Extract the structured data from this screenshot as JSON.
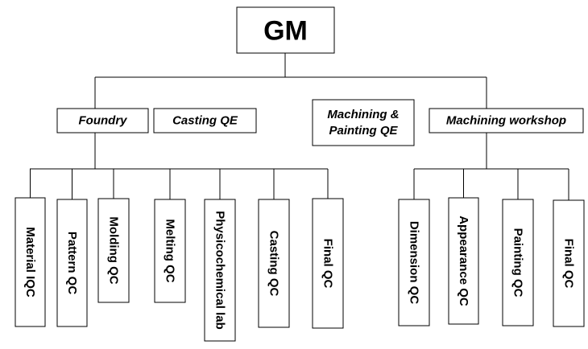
{
  "root": {
    "label": "GM"
  },
  "departments": [
    {
      "id": "foundry",
      "lines": [
        "Foundry"
      ]
    },
    {
      "id": "casting-qe",
      "lines": [
        "Casting QE"
      ]
    },
    {
      "id": "machining-painting-qe",
      "lines": [
        "Machining &",
        "Painting QE"
      ]
    },
    {
      "id": "machining-workshop",
      "lines": [
        "Machining workshop"
      ]
    }
  ],
  "foundry_units": [
    {
      "id": "material-iqc",
      "label": "Material  IQC"
    },
    {
      "id": "pattern-qc",
      "label": "Pattern  QC"
    },
    {
      "id": "molding-qc",
      "label": "Molding  QC"
    },
    {
      "id": "melting-qc",
      "label": "Melting  QC"
    },
    {
      "id": "physicochemical-lab",
      "label": "Physicochemical lab"
    },
    {
      "id": "casting-qc",
      "label": "Casting  QC"
    },
    {
      "id": "final-qc-foundry",
      "label": "Final  QC"
    }
  ],
  "workshop_units": [
    {
      "id": "dimension-qc",
      "label": "Dimension  QC"
    },
    {
      "id": "appearance-qc",
      "label": "Appearance  QC"
    },
    {
      "id": "painting-qc",
      "label": "Painting  QC"
    },
    {
      "id": "final-qc-workshop",
      "label": "Final  QC"
    }
  ]
}
